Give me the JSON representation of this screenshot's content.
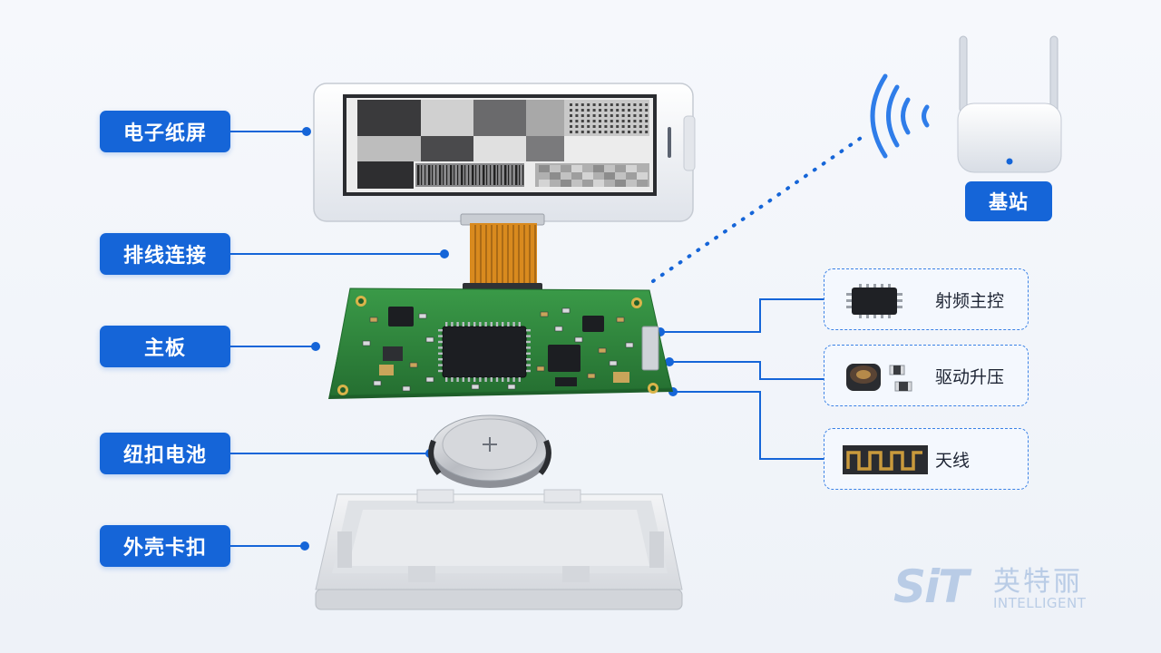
{
  "left_labels": [
    {
      "id": "eink",
      "text": "电子纸屏"
    },
    {
      "id": "fpc",
      "text": "排线连接"
    },
    {
      "id": "mainboard",
      "text": "主板"
    },
    {
      "id": "battery",
      "text": "纽扣电池"
    },
    {
      "id": "shell",
      "text": "外壳卡扣"
    }
  ],
  "base_station": {
    "text": "基站"
  },
  "features": [
    {
      "id": "rf",
      "text": "射频主控",
      "icon": "chip-icon"
    },
    {
      "id": "boost",
      "text": "驱动升压",
      "icon": "inductor-icon"
    },
    {
      "id": "antenna",
      "text": "天线",
      "icon": "pcb-antenna-icon"
    }
  ],
  "logo": {
    "mark": "SiT",
    "cn": "英特丽",
    "en": "INTELLIGENT"
  },
  "colors": {
    "accent": "#1565d8",
    "pcb": "#2f8a3e",
    "fpc": "#d98a1e"
  }
}
